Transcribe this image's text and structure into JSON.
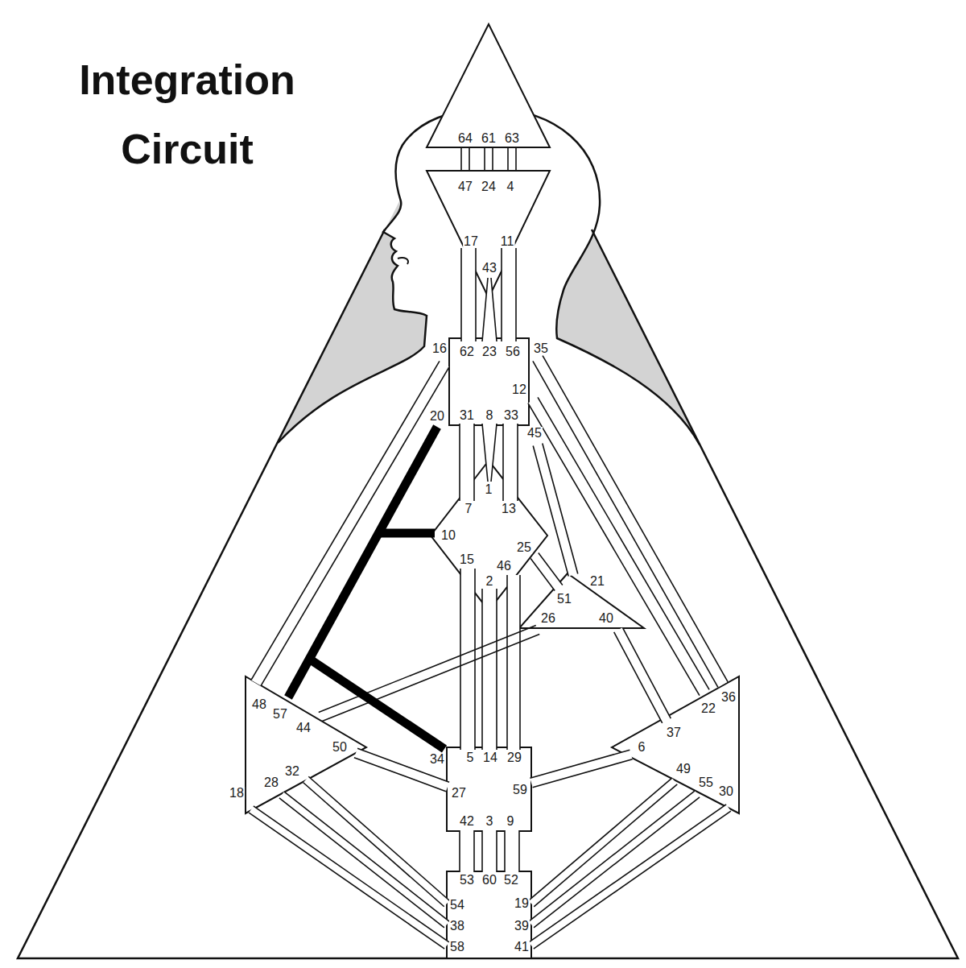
{
  "diagram": {
    "title": "Integration Circuit",
    "labels": [
      "64",
      "61",
      "63",
      "47",
      "24",
      "4",
      "17",
      "11",
      "43",
      "16",
      "62",
      "23",
      "56",
      "35",
      "12",
      "20",
      "31",
      "8",
      "33",
      "45",
      "1",
      "7",
      "13",
      "10",
      "25",
      "15",
      "46",
      "2",
      "21",
      "51",
      "26",
      "40",
      "36",
      "48",
      "22",
      "57",
      "44",
      "37",
      "50",
      "6",
      "34",
      "5",
      "14",
      "29",
      "49",
      "32",
      "28",
      "55",
      "59",
      "30",
      "18",
      "27",
      "42",
      "3",
      "9",
      "53",
      "60",
      "52",
      "54",
      "19",
      "38",
      "39",
      "58",
      "41"
    ]
  }
}
